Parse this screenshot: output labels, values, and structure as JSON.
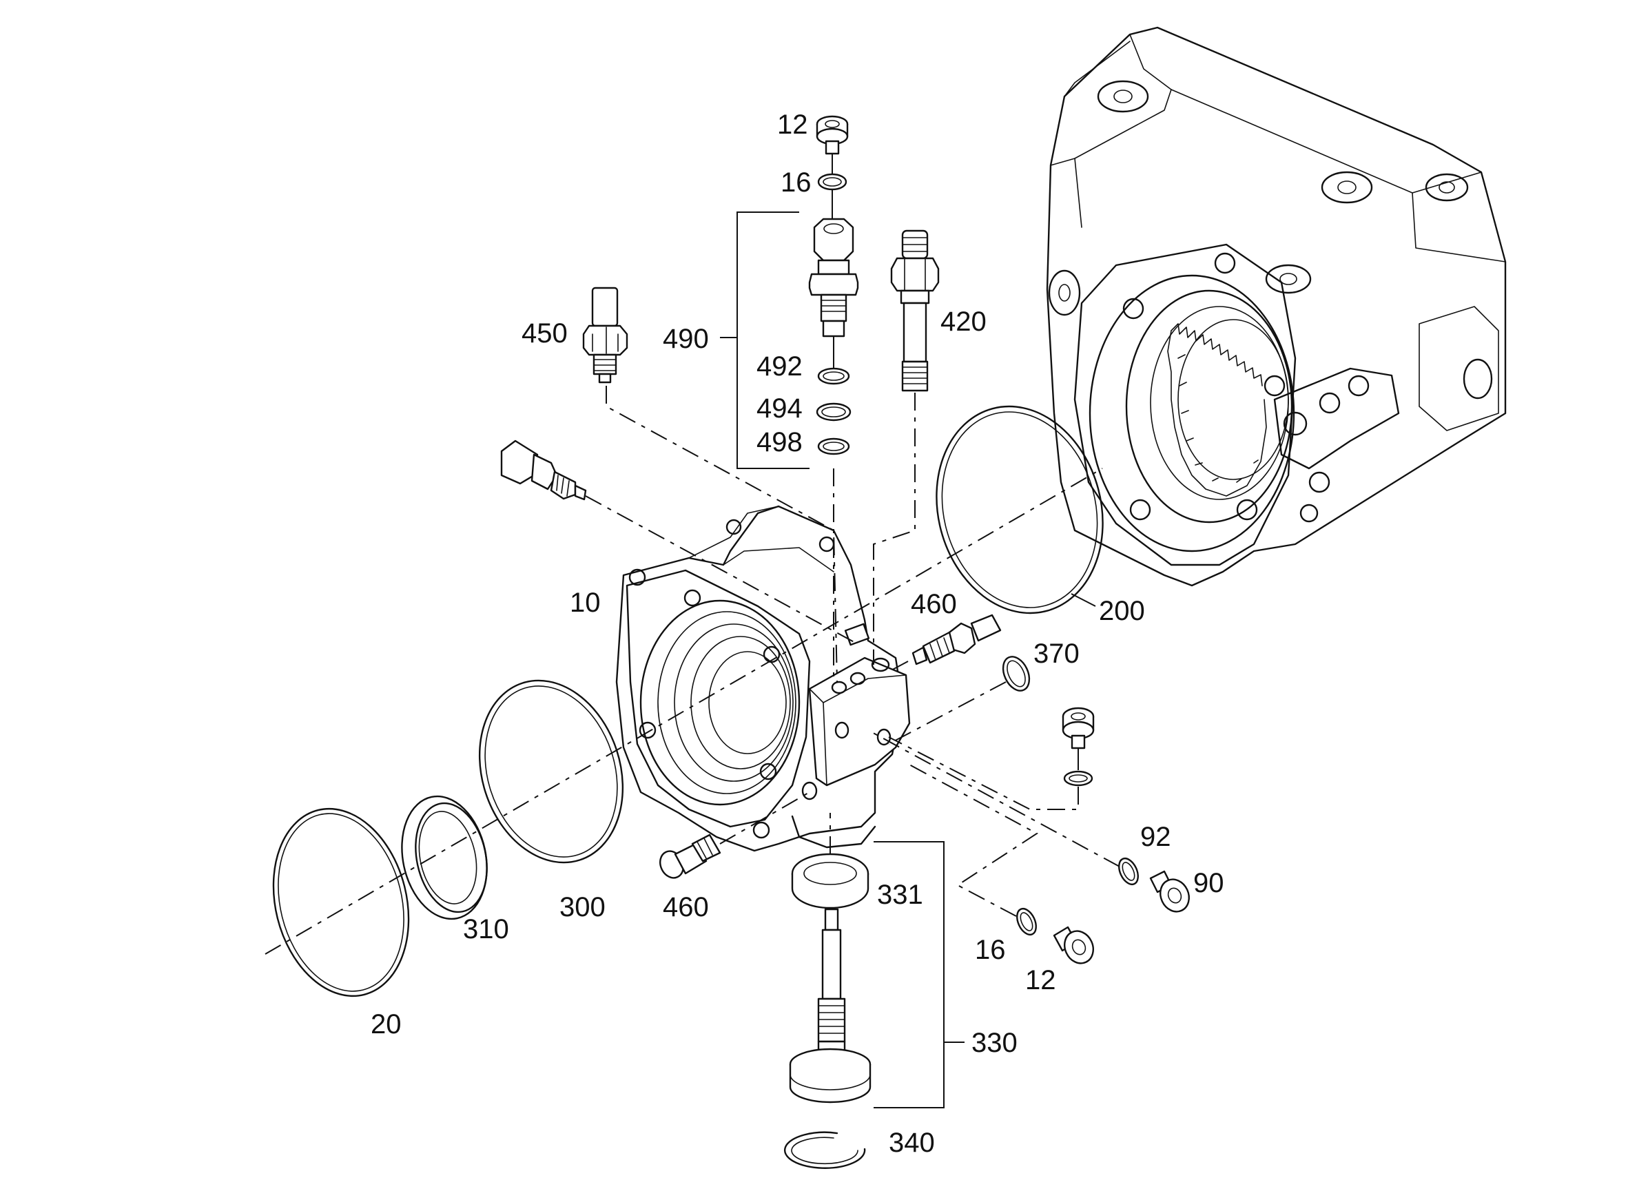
{
  "labels": {
    "l12_top": "12",
    "l16_top": "16",
    "l450": "450",
    "l490": "490",
    "l492": "492",
    "l494": "494",
    "l498": "498",
    "l420": "420",
    "l10": "10",
    "l460_right": "460",
    "l370": "370",
    "l200": "200",
    "l92": "92",
    "l90": "90",
    "l331": "331",
    "l460_left": "460",
    "l16_bottom": "16",
    "l12_bottom": "12",
    "l300": "300",
    "l310": "310",
    "l20": "20",
    "l330": "330",
    "l340": "340"
  }
}
